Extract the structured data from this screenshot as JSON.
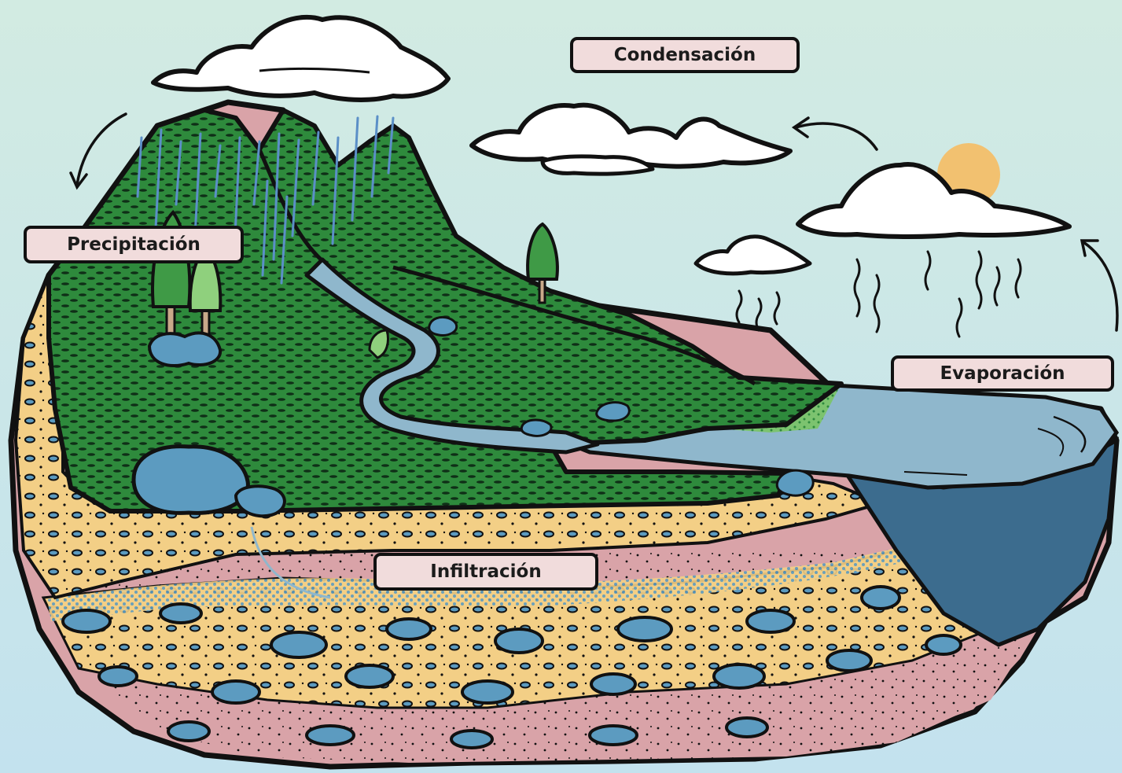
{
  "diagram": {
    "labels": {
      "condensacion": "Condensación",
      "precipitacion": "Precipitación",
      "evaporacion": "Evaporación",
      "infiltracion": "Infiltración"
    },
    "colors": {
      "sky_top": "#cfe8e2",
      "sky_bottom": "#c6e3ee",
      "grass": "#2f8a3e",
      "grass_dark": "#1f6a2c",
      "water": "#8fb7cc",
      "water_deep": "#3c6c8e",
      "sand": "#f3cf86",
      "clay": "#d9a3a8",
      "stone": "#5c9bc0",
      "cloud": "#ffffff",
      "sun": "#f2c170",
      "label_bg": "#f1dcdc"
    },
    "icons": [
      "cloud-icon",
      "sun-icon",
      "tree-icon",
      "rock-icon",
      "arrow-icon",
      "rain-icon"
    ]
  }
}
